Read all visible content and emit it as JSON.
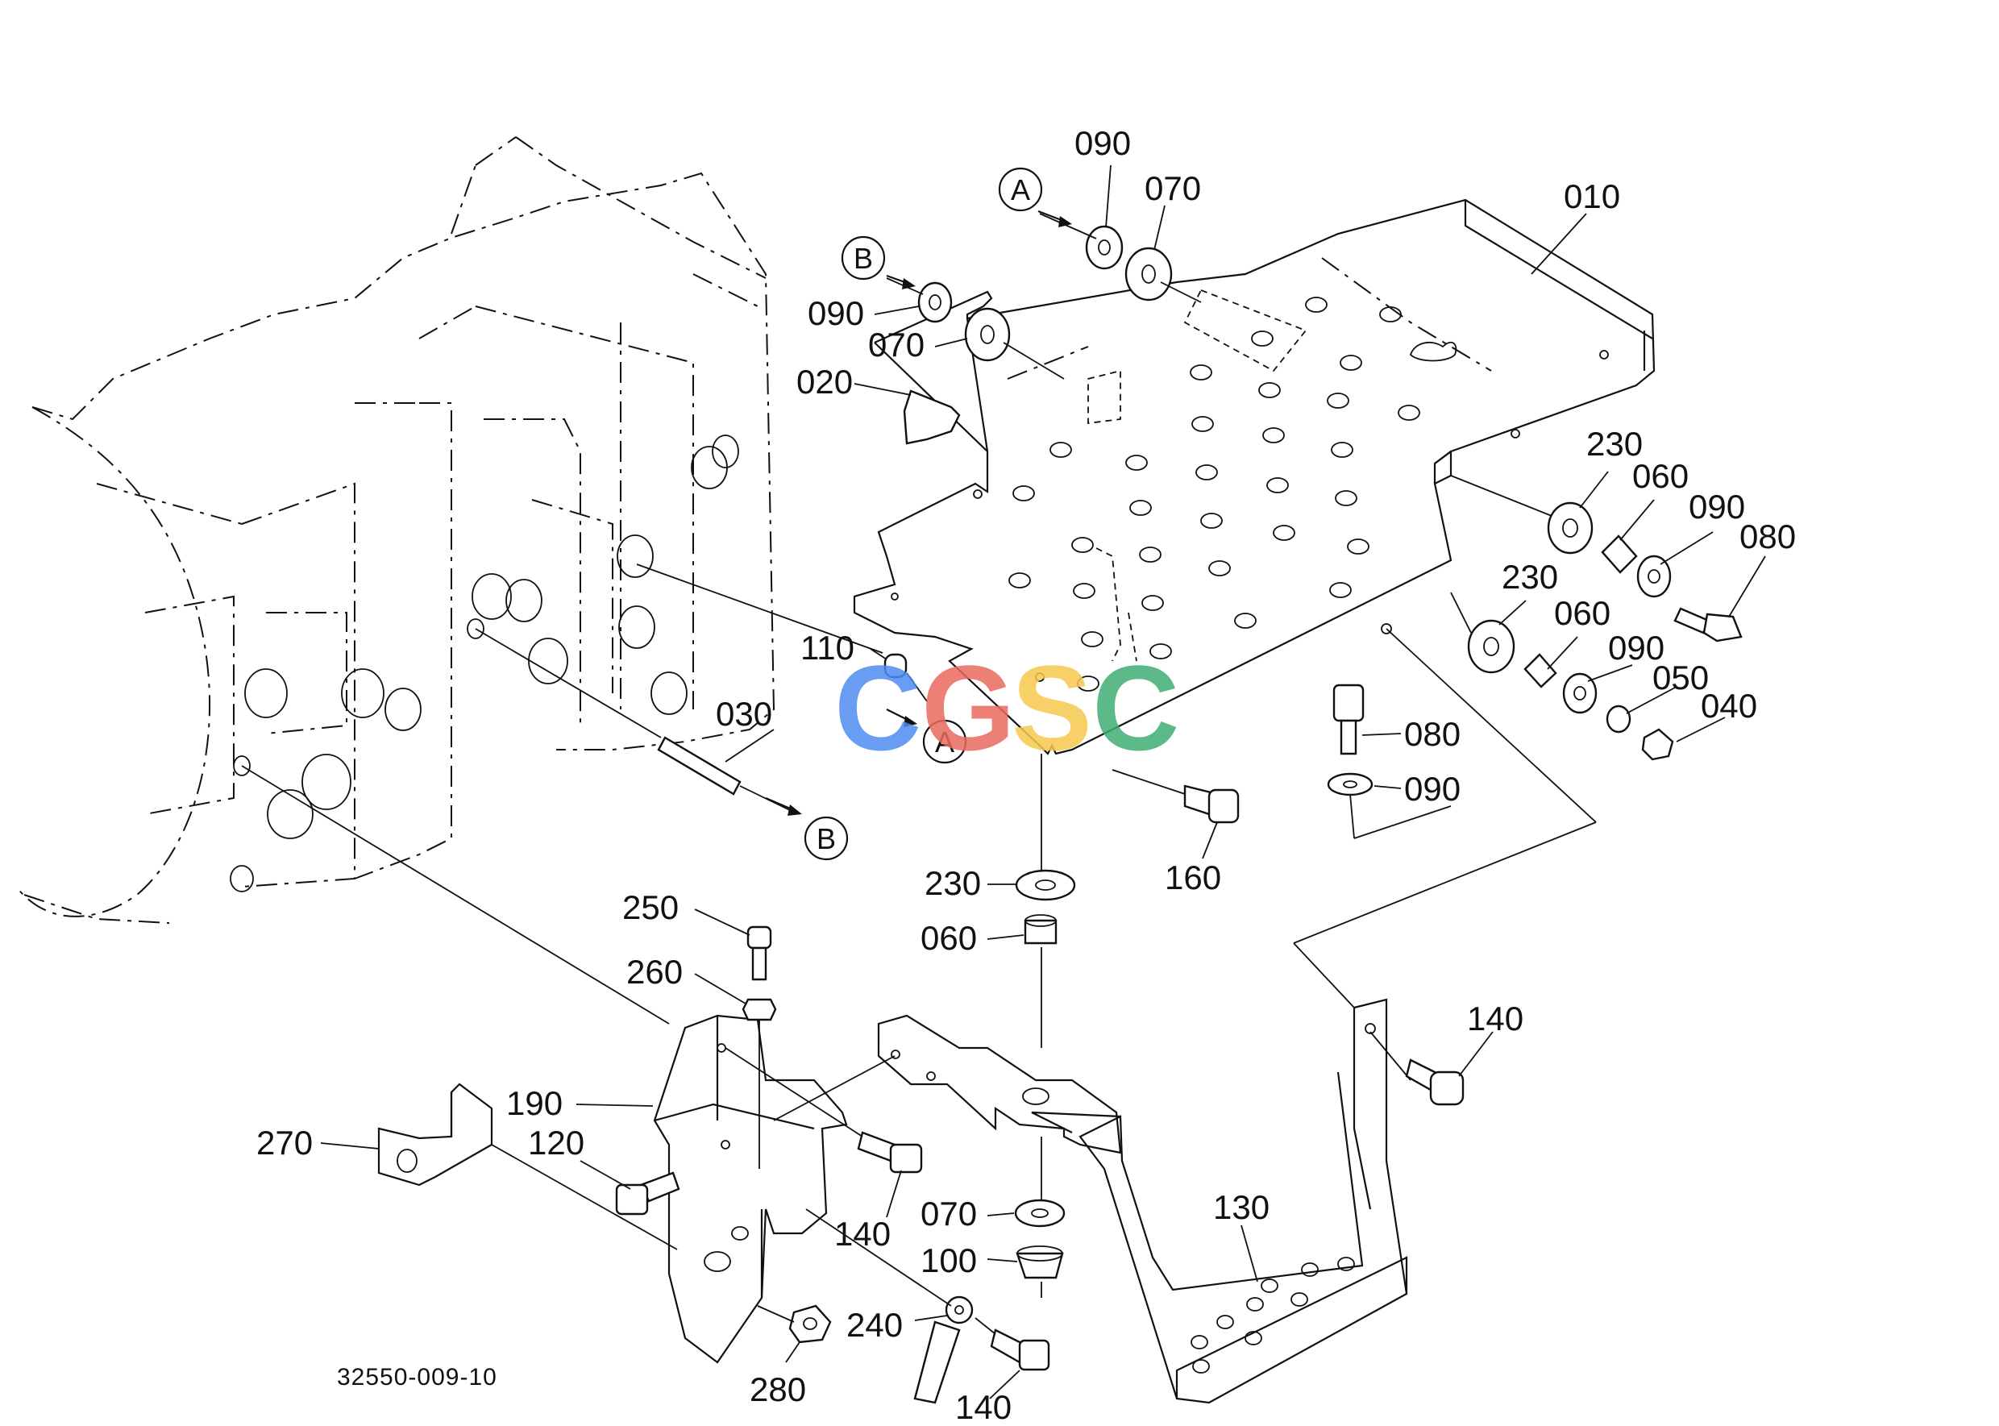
{
  "diagram": {
    "drawing_code": "32550-009-10",
    "watermark": {
      "text": "CGSC",
      "colors": [
        "#4f8df3",
        "#ea6b5f",
        "#f6c94e",
        "#3fae74"
      ]
    },
    "part_labels": {
      "p010": "010",
      "p020": "020",
      "p030": "030",
      "p040": "040",
      "p050": "050",
      "p060a": "060",
      "p060b": "060",
      "p060c": "060",
      "p070a": "070",
      "p070b": "070",
      "p070c": "070",
      "p080a": "080",
      "p080b": "080",
      "p090a": "090",
      "p090b": "090",
      "p090c": "090",
      "p090d": "090",
      "p090e": "090",
      "p100": "100",
      "p110": "110",
      "p120": "120",
      "p130": "130",
      "p140a": "140",
      "p140b": "140",
      "p140c": "140",
      "p160": "160",
      "p190": "190",
      "p230a": "230",
      "p230b": "230",
      "p230c": "230",
      "p240": "240",
      "p250": "250",
      "p260": "260",
      "p270": "270",
      "p280": "280"
    },
    "reference_marks": {
      "a_top": "A",
      "a_mid": "A",
      "b_top": "B",
      "b_bottom": "B"
    }
  }
}
